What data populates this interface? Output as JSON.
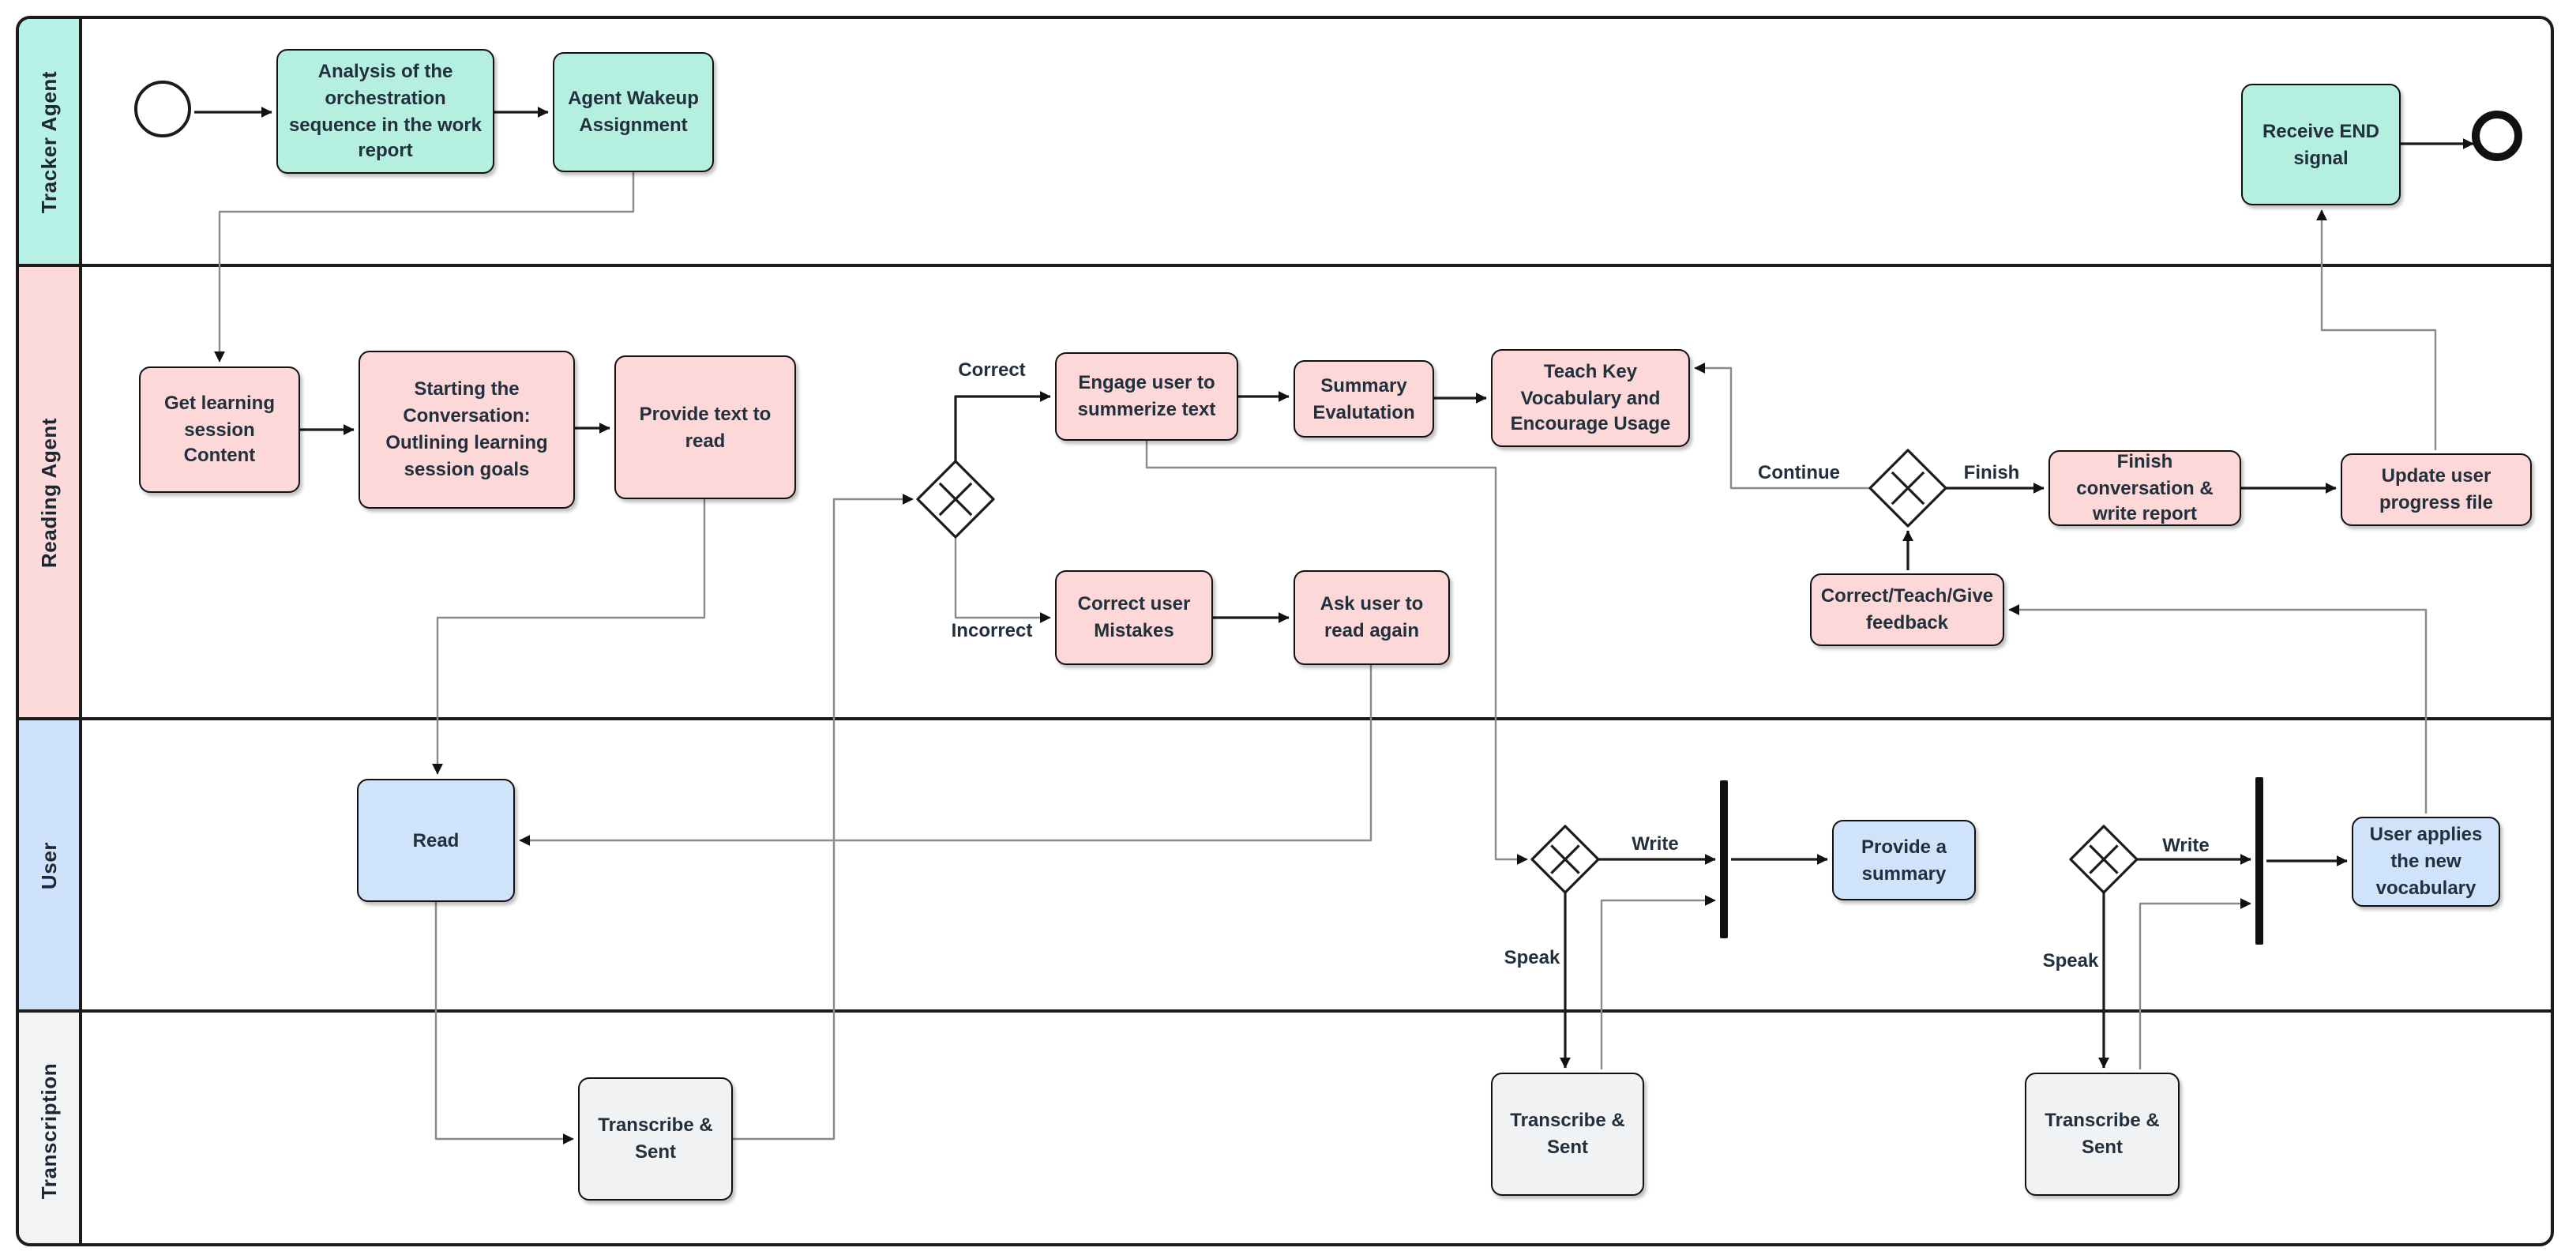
{
  "diagram_title": "Reading tutor multi-agent BPMN swimlane flow",
  "lanes": [
    {
      "name": "Tracker Agent",
      "color": "#b8f1e5"
    },
    {
      "name": "Reading Agent",
      "color": "#fcdada"
    },
    {
      "name": "User",
      "color": "#cfe2fb"
    },
    {
      "name": "Transcription",
      "color": "#f2f3f5"
    }
  ],
  "nodes": [
    {
      "id": "start-event",
      "lane": "Tracker Agent",
      "kind": "start-event",
      "label": ""
    },
    {
      "id": "task-analysis",
      "lane": "Tracker Agent",
      "kind": "task",
      "fill": "#b4efe0",
      "label": "Analysis of the orchestration sequence in the work report"
    },
    {
      "id": "task-agent-wakeup",
      "lane": "Tracker Agent",
      "kind": "task",
      "fill": "#b4efe0",
      "label": "Agent Wakeup Assignment"
    },
    {
      "id": "task-receive-end-signal",
      "lane": "Tracker Agent",
      "kind": "task",
      "fill": "#b4efe0",
      "label": "Receive END signal"
    },
    {
      "id": "end-event",
      "lane": "Tracker Agent",
      "kind": "end-event",
      "label": ""
    },
    {
      "id": "task-get-learning-content",
      "lane": "Reading Agent",
      "kind": "task",
      "fill": "#fcd8d8",
      "label": "Get learning session Content"
    },
    {
      "id": "task-starting-conversation",
      "lane": "Reading Agent",
      "kind": "task",
      "fill": "#fcd8d8",
      "label": "Starting the Conversation: Outlining learning session goals"
    },
    {
      "id": "task-provide-text",
      "lane": "Reading Agent",
      "kind": "task",
      "fill": "#fcd8d8",
      "label": "Provide text to read"
    },
    {
      "id": "gateway-correct-incorrect",
      "lane": "Reading Agent",
      "kind": "gateway",
      "label": ""
    },
    {
      "id": "task-engage-summarize",
      "lane": "Reading Agent",
      "kind": "task",
      "fill": "#fcd8d8",
      "label": "Engage user to summerize text"
    },
    {
      "id": "task-summary-evaluation",
      "lane": "Reading Agent",
      "kind": "task",
      "fill": "#fcd8d8",
      "label": "Summary Evalutation"
    },
    {
      "id": "task-teach-key-vocabulary",
      "lane": "Reading Agent",
      "kind": "task",
      "fill": "#fcd8d8",
      "label": "Teach Key Vocabulary and Encourage Usage"
    },
    {
      "id": "task-correct-user-mistakes",
      "lane": "Reading Agent",
      "kind": "task",
      "fill": "#fcd8d8",
      "label": "Correct user Mistakes"
    },
    {
      "id": "task-ask-read-again",
      "lane": "Reading Agent",
      "kind": "task",
      "fill": "#fcd8d8",
      "label": "Ask user to read again"
    },
    {
      "id": "gateway-continue-finish",
      "lane": "Reading Agent",
      "kind": "gateway",
      "label": ""
    },
    {
      "id": "task-finish-conversation",
      "lane": "Reading Agent",
      "kind": "task",
      "fill": "#fcd8d8",
      "label": "Finish conversation & write report"
    },
    {
      "id": "task-update-user-progress",
      "lane": "Reading Agent",
      "kind": "task",
      "fill": "#fcd8d8",
      "label": "Update user progress file"
    },
    {
      "id": "task-correct-teach-feedback",
      "lane": "Reading Agent",
      "kind": "task",
      "fill": "#fcd8d8",
      "label": "Correct/Teach/Give feedback"
    },
    {
      "id": "task-read",
      "lane": "User",
      "kind": "task",
      "fill": "#cfe3fb",
      "label": "Read"
    },
    {
      "id": "gateway-write-speak-1",
      "lane": "User",
      "kind": "gateway",
      "label": ""
    },
    {
      "id": "sync-bar-1",
      "lane": "User",
      "kind": "bar",
      "label": ""
    },
    {
      "id": "task-provide-summary",
      "lane": "User",
      "kind": "task",
      "fill": "#cfe3fb",
      "label": "Provide a summary"
    },
    {
      "id": "gateway-write-speak-2",
      "lane": "User",
      "kind": "gateway",
      "label": ""
    },
    {
      "id": "sync-bar-2",
      "lane": "User",
      "kind": "bar",
      "label": ""
    },
    {
      "id": "task-user-applies-vocabulary",
      "lane": "User",
      "kind": "task",
      "fill": "#cfe3fb",
      "label": "User applies the new vocabulary"
    },
    {
      "id": "task-transcribe-sent-1",
      "lane": "Transcription",
      "kind": "task",
      "fill": "#f1f2f4",
      "label": "Transcribe & Sent"
    },
    {
      "id": "task-transcribe-sent-2",
      "lane": "Transcription",
      "kind": "task",
      "fill": "#f1f2f4",
      "label": "Transcribe & Sent"
    },
    {
      "id": "task-transcribe-sent-3",
      "lane": "Transcription",
      "kind": "task",
      "fill": "#f1f2f4",
      "label": "Transcribe & Sent"
    }
  ],
  "edge_labels": [
    {
      "id": "lbl-correct",
      "text": "Correct"
    },
    {
      "id": "lbl-incorrect",
      "text": "Incorrect"
    },
    {
      "id": "lbl-continue",
      "text": "Continue"
    },
    {
      "id": "lbl-finish",
      "text": "Finish"
    },
    {
      "id": "lbl-write-1",
      "text": "Write"
    },
    {
      "id": "lbl-speak-1",
      "text": "Speak"
    },
    {
      "id": "lbl-write-2",
      "text": "Write"
    },
    {
      "id": "lbl-speak-2",
      "text": "Speak"
    }
  ],
  "colors": {
    "pool_border": "#1b1b1b",
    "flow_line": "#1b1b1b",
    "flow_line_soft": "#8a8a8a",
    "node_text": "#22303e",
    "teal_fill": "#b4efe0",
    "pink_fill": "#fcd8d8",
    "blue_fill": "#cfe3fb",
    "gray_fill": "#f1f2f4"
  }
}
